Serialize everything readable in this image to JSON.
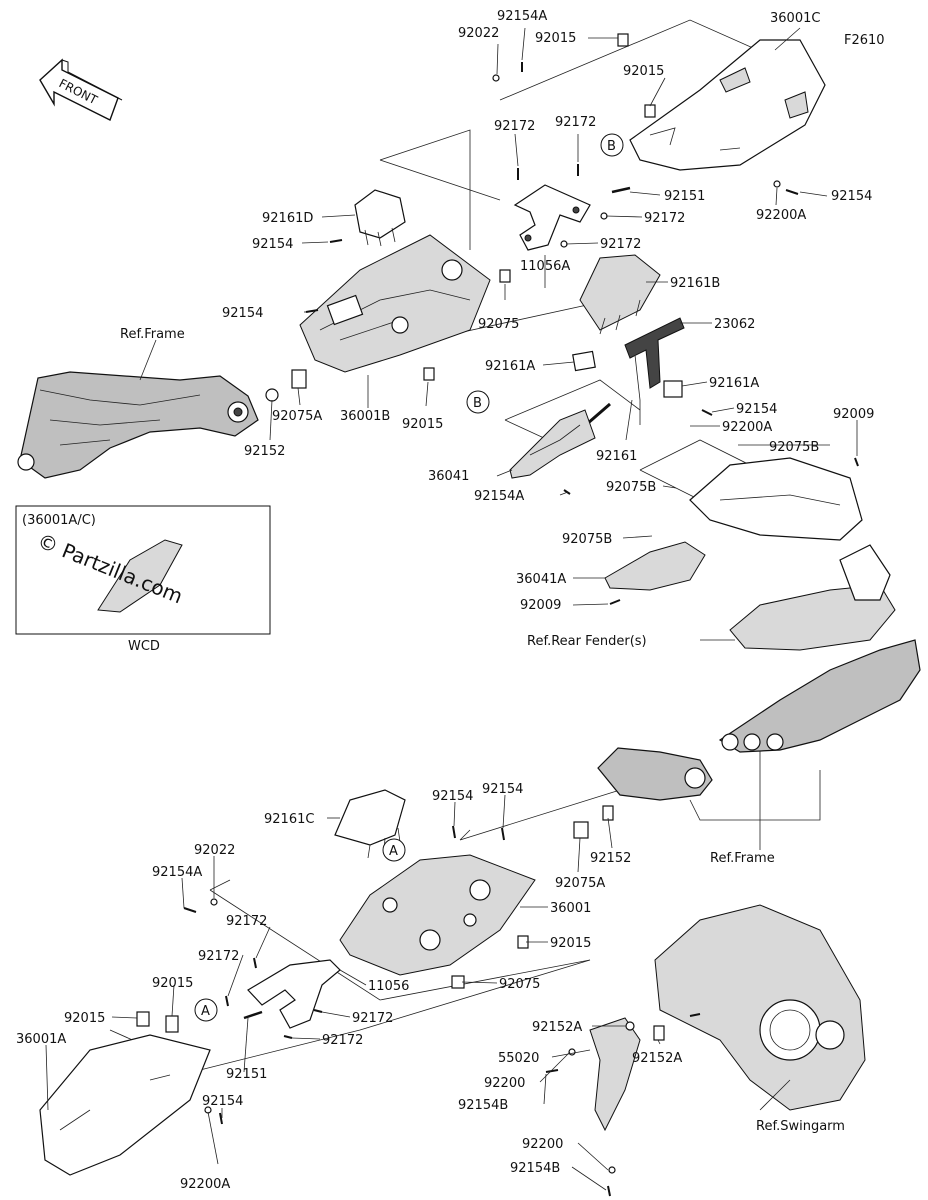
{
  "figure_id": "F2610",
  "front_label": "FRONT",
  "watermark": "© Partzilla.com",
  "inset": {
    "top_label": "(36001A/C)",
    "bottom_label": "WCD"
  },
  "callout_letters": {
    "a": "A",
    "b": "B"
  },
  "refs": {
    "frame_upper": "Ref.Frame",
    "frame_lower": "Ref.Frame",
    "rear_fender": "Ref.Rear Fender(s)",
    "swingarm": "Ref.Swingarm"
  },
  "labels": {
    "p92154A_top": "92154A",
    "p92022_top": "92022",
    "p92015_top": "92015",
    "p36001C": "36001C",
    "p92015_upper": "92015",
    "p92172_a": "92172",
    "p92172_b": "92172",
    "p92151_top": "92151",
    "p92172_c": "92172",
    "p92154_top_r": "92154",
    "p92200A_top": "92200A",
    "p92161D": "92161D",
    "p92154_l1": "92154",
    "p92172_d": "92172",
    "p11056A": "11056A",
    "p92154_l2": "92154",
    "p92075_top": "92075",
    "p92161B": "92161B",
    "p23062": "23062",
    "p92161A_l": "92161A",
    "p92161A_r": "92161A",
    "p92154_mid": "92154",
    "p92200A_mid": "92200A",
    "p92009_top": "92009",
    "p92075A_top": "92075A",
    "p360018": "36001B",
    "p92015_mid": "92015",
    "p92152_top": "92152",
    "p92161": "92161",
    "p92075B_1": "92075B",
    "p36041": "36041",
    "p92154A_mid": "92154A",
    "p92075B_2": "92075B",
    "p92075B_3": "92075B",
    "p36041A": "36041A",
    "p92009_low": "92009",
    "p92161C": "92161C",
    "p92154_c1": "92154",
    "p92154_c2": "92154",
    "p92022_low": "92022",
    "p92154A_low": "92154A",
    "p92152_mid": "92152",
    "p92075A_low": "92075A",
    "p36001": "36001",
    "p92172_e": "92172",
    "p92015_low_r": "92015",
    "p92172_f": "92172",
    "p11056": "11056",
    "p92075_low": "92075",
    "p92015_l1": "92015",
    "p92015_l2": "92015",
    "p92172_g": "92172",
    "p92172_h": "92172",
    "p36001A": "36001A",
    "p92151_low": "92151",
    "p92154_low": "92154",
    "p92200A_low": "92200A",
    "p92152A_1": "92152A",
    "p55020": "55020",
    "p92152A_2": "92152A",
    "p92200_1": "92200",
    "p92154B_1": "92154B",
    "p92200_2": "92200",
    "p92154B_2": "92154B"
  }
}
